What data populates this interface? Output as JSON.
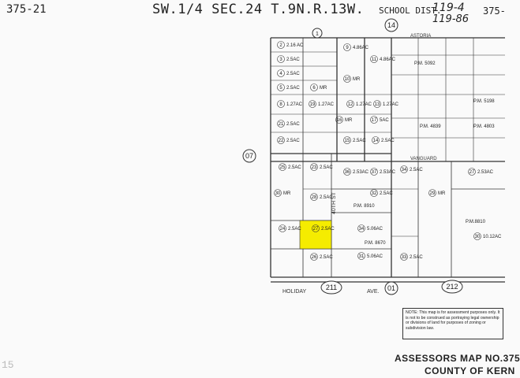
{
  "header": {
    "map_left_tag": "375-21",
    "section_title": "SW.1/4 SEC.24 T.9N.R.13W.",
    "school_dist_label": "SCHOOL DIST.",
    "school_dist_1": "119-4",
    "school_dist_2": "119-86",
    "map_right_tag": "375-"
  },
  "footer": {
    "assessors_map": "ASSESSORS MAP NO.",
    "map_no": "375",
    "county": "COUNTY OF KERN",
    "notice": "NOTE: This map is for assessment purposes only. It is not to be construed as portraying legal ownership or divisions of land for purposes of zoning or subdivision law."
  },
  "edge_mark": "15",
  "streets": {
    "holiday": "HOLIDAY",
    "ave": "AVE.",
    "astoria": "ASTORIA",
    "st_40th": "40TH ST",
    "vanguard": "VANGUARD"
  },
  "sheet_refs": [
    {
      "id": "sheet-14",
      "label": "14"
    },
    {
      "id": "sheet-07",
      "label": "07"
    },
    {
      "id": "sheet-211",
      "label": "211"
    },
    {
      "id": "sheet-01",
      "label": "01"
    },
    {
      "id": "sheet-212",
      "label": "212"
    },
    {
      "id": "sheet-1",
      "label": "1"
    }
  ],
  "parcels": [
    {
      "no": "2",
      "acres": "2.16 AC"
    },
    {
      "no": "3",
      "acres": "2.5AC"
    },
    {
      "no": "4",
      "acres": "2.5AC"
    },
    {
      "no": "5",
      "acres": "2.5AC"
    },
    {
      "no": "6",
      "acres": "MR"
    },
    {
      "no": "8",
      "acres": "1.27AC"
    },
    {
      "no": "19",
      "acres": "1.27AC"
    },
    {
      "no": "9",
      "acres": "4.86AC"
    },
    {
      "no": "10",
      "acres": "MR"
    },
    {
      "no": "11",
      "acres": "4.86AC"
    },
    {
      "no": "12",
      "acres": "1.27AC"
    },
    {
      "no": "13",
      "acres": "1.27AC"
    },
    {
      "no": "16",
      "acres": "MR"
    },
    {
      "no": "17",
      "acres": "5AC"
    },
    {
      "no": "21",
      "acres": "2.5AC"
    },
    {
      "no": "22",
      "acres": "2.5AC"
    },
    {
      "no": "15",
      "acres": "2.5AC"
    },
    {
      "no": "14",
      "acres": "2.5AC"
    },
    {
      "no": "23",
      "acres": "2.5AC"
    },
    {
      "no": "25",
      "acres": "2.5AC"
    },
    {
      "no": "30",
      "acres": "MR"
    },
    {
      "no": "28",
      "acres": "2.5AC"
    },
    {
      "no": "36",
      "acres": "2.53AC"
    },
    {
      "no": "37",
      "acres": "2.53AC"
    },
    {
      "no": "24",
      "acres": "2.5AC"
    },
    {
      "no": "27",
      "acres": "2.5AC"
    },
    {
      "no": "34",
      "acres": "5.06AC"
    },
    {
      "no": "32",
      "acres": "2.5AC"
    },
    {
      "no": "26",
      "acres": "2.5AC"
    },
    {
      "no": "31",
      "acres": "5.06AC"
    },
    {
      "no": "33",
      "acres": "2.5AC"
    },
    {
      "no": "29",
      "acres": "MR"
    },
    {
      "no": "30",
      "acres": "10.12AC"
    },
    {
      "no": "27",
      "acres": "2.53AC"
    },
    {
      "no": "34",
      "acres": "2.5AC"
    }
  ],
  "pm_labels": [
    "P.M. 5092",
    "P.M. 4839",
    "P.M. 4803",
    "P.M. 5198",
    "P.M. 8910",
    "P.M. 8670",
    "P.M.8810"
  ],
  "highlight": {
    "parcel": "27",
    "acres": "2.5AC",
    "color": "#f5ec00"
  }
}
